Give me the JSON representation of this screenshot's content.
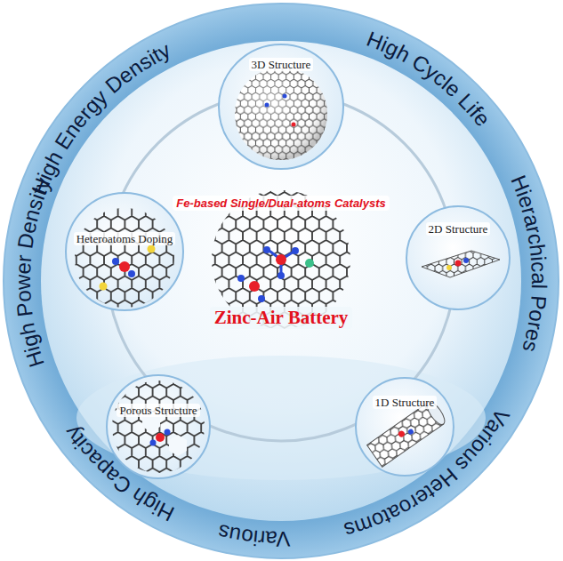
{
  "diagram": {
    "nodes": [
      {
        "text": [
          "Fe-based Single/Dual-atoms Catalysts",
          "Zinc-Air Battery"
        ]
      },
      {
        "text": [
          "3D Structure"
        ]
      },
      {
        "text": [
          "2D Structure"
        ]
      },
      {
        "text": [
          "1D Structure"
        ]
      },
      {
        "text": [
          "Porous Structure"
        ]
      },
      {
        "text": [
          "Heteroatoms Doping"
        ]
      }
    ],
    "labels": [
      "High Energy Density",
      "High Cycle Life",
      "Hierarchical Pores",
      "Various Heteroatoms",
      "Various",
      "High Capacity",
      "High Power Density"
    ]
  }
}
